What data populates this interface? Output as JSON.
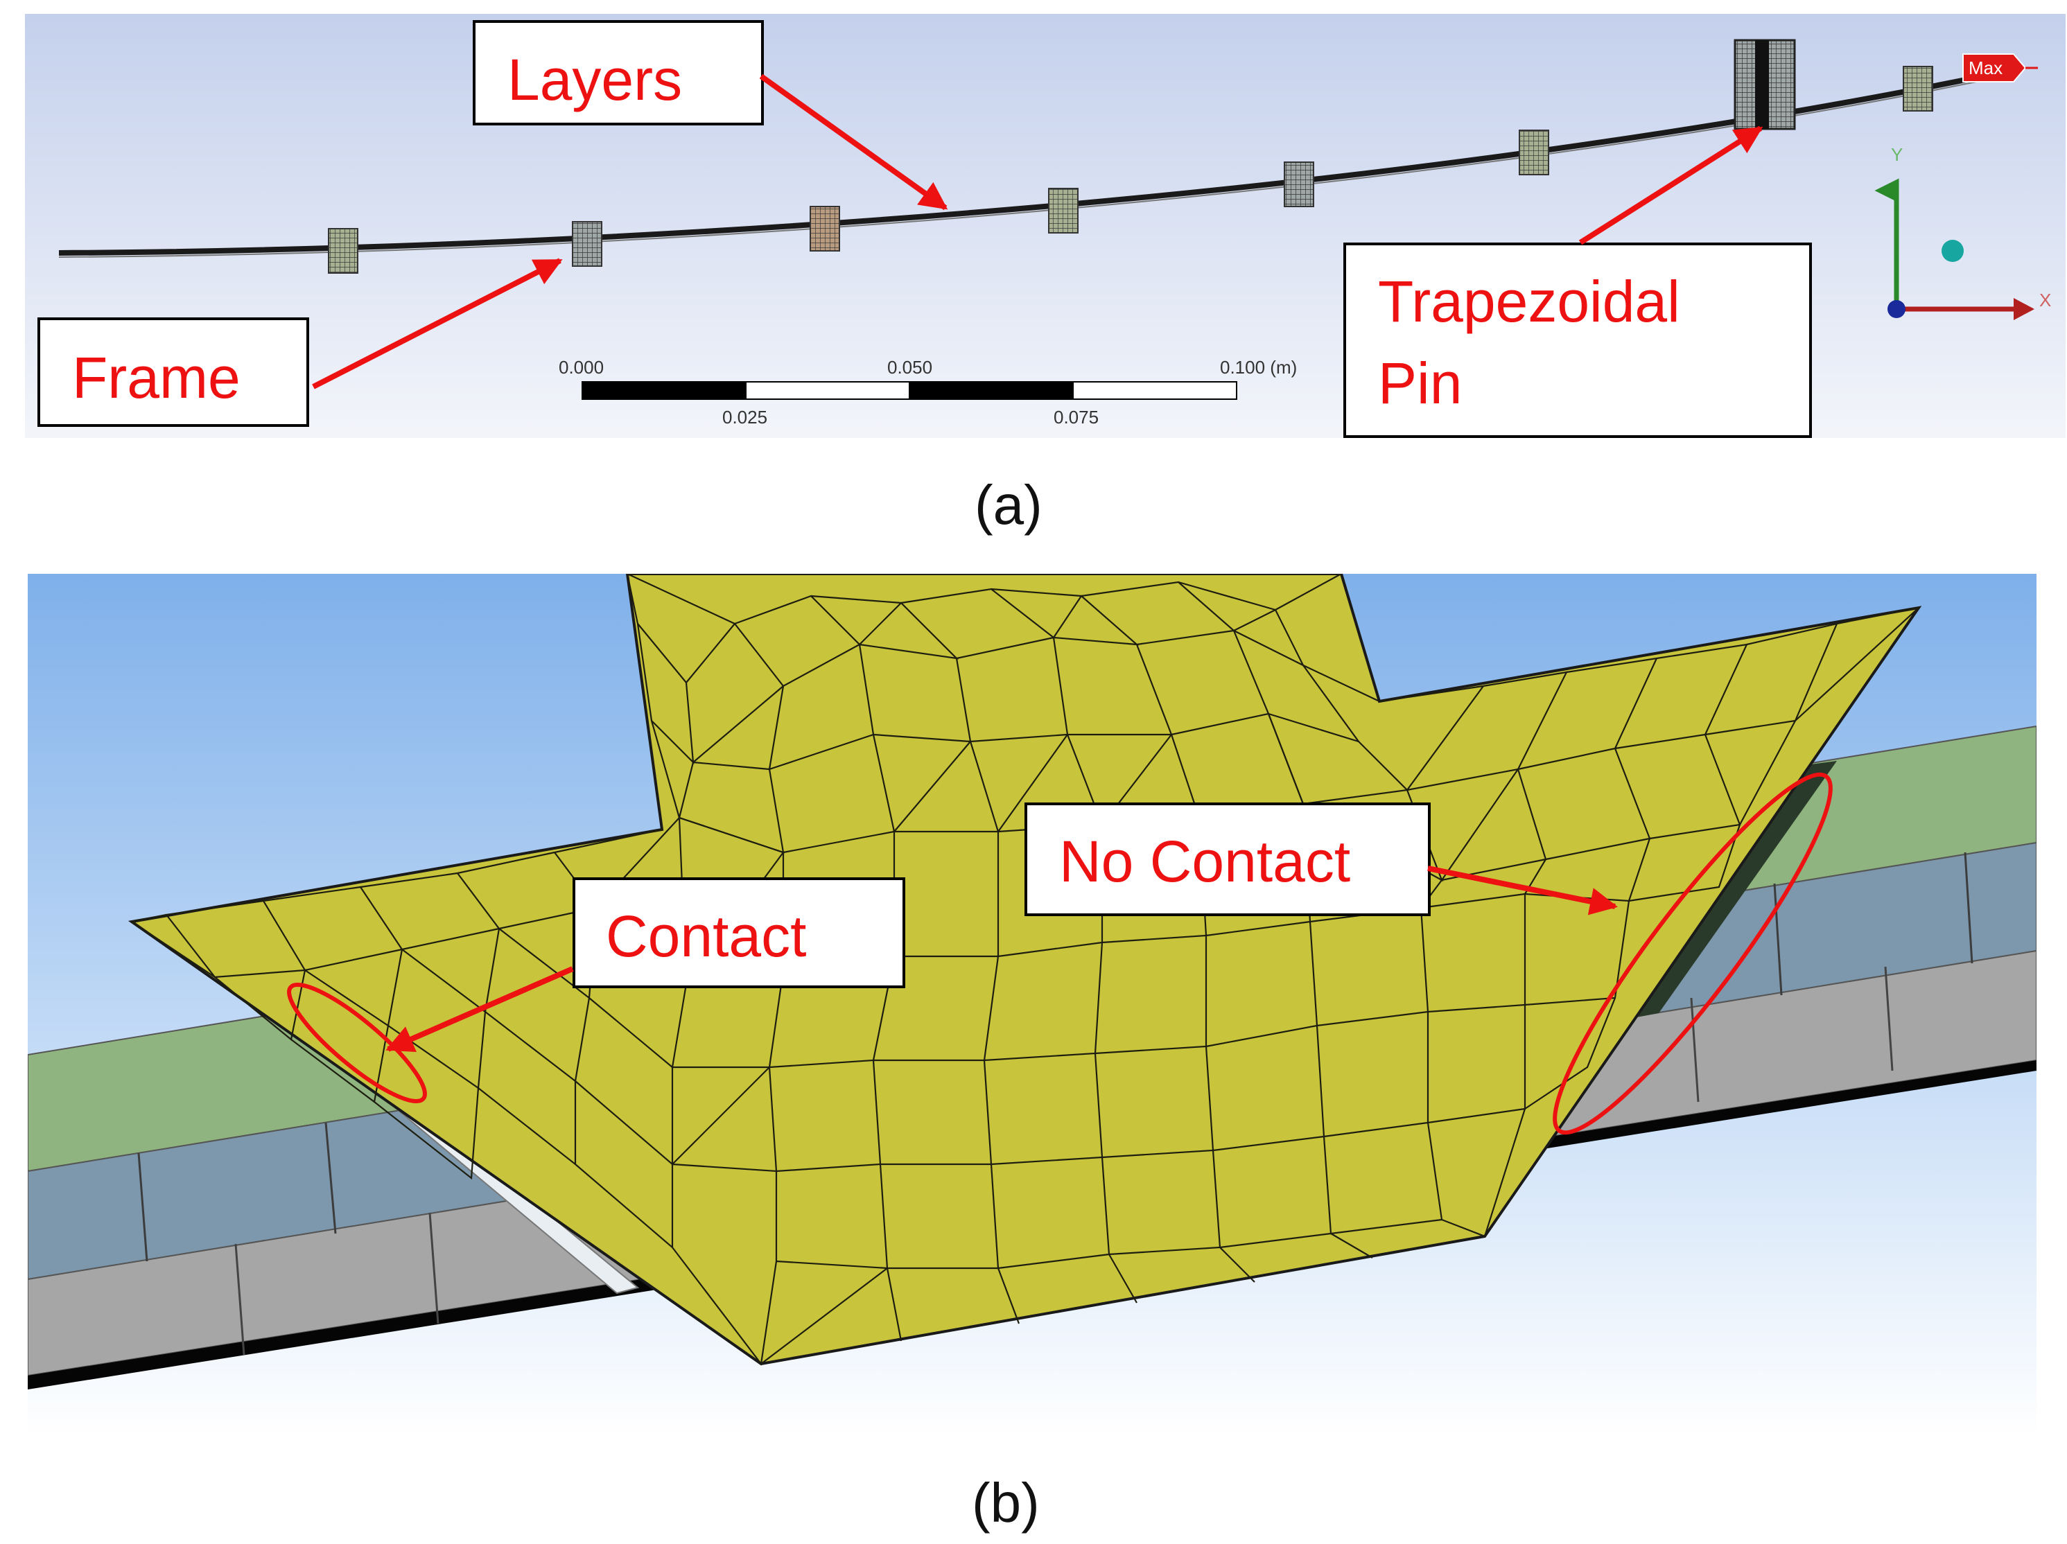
{
  "panel_a": {
    "callouts": {
      "layers": "Layers",
      "frame": "Frame",
      "trapezoidal_pin": [
        "Trapezoidal",
        "Pin"
      ]
    },
    "scale_bar": {
      "top_labels": [
        "0.000",
        "0.050",
        "0.100 (m)"
      ],
      "bottom_labels": [
        "0.025",
        "0.075"
      ]
    },
    "max_tag": "Max",
    "triad": {
      "y_label": "Y",
      "x_label": "X"
    },
    "caption": "(a)"
  },
  "panel_b": {
    "callouts": {
      "contact": "Contact",
      "no_contact": "No Contact"
    },
    "caption": "(b)"
  },
  "colors": {
    "annotation_red": "#ee1111",
    "mesh_yellow": "#c8c43c",
    "layer_green": "#8fb47f",
    "layer_blue": "#7d98ac",
    "layer_grey": "#a6a6a6",
    "sky_top": "#7fb0ea"
  }
}
